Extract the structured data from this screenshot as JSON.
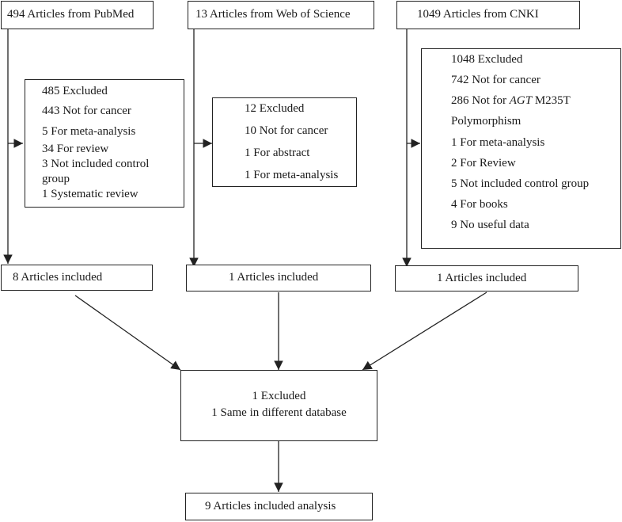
{
  "sources": {
    "pubmed": "494 Articles from PubMed",
    "wos": "13 Articles from Web of Science",
    "cnki": "1049 Articles from CNKI"
  },
  "excluded": {
    "pubmed": [
      "485 Excluded",
      "443 Not for cancer",
      "5 For meta-analysis",
      "34 For review",
      "3 Not included control",
      "group",
      "1 Systematic review"
    ],
    "wos": [
      "12 Excluded",
      "10 Not for cancer",
      "1 For abstract",
      "1 For meta-analysis"
    ],
    "cnki": {
      "l1": "1048 Excluded",
      "l2": "742 Not for cancer",
      "l3_pre": "286 Not for ",
      "l3_it": "AGT",
      "l3_post": " M235T",
      "l4": "Polymorphism",
      "l5": "1 For meta-analysis",
      "l6": "2 For Review",
      "l7": "5 Not included control group",
      "l8": "4 For books",
      "l9": "9 No useful data"
    }
  },
  "included": {
    "pubmed": "8 Articles included",
    "wos": "1 Articles included",
    "cnki": "1 Articles included"
  },
  "merge": {
    "line1": "1 Excluded",
    "line2": "1 Same in different database"
  },
  "final": "9 Articles included analysis"
}
